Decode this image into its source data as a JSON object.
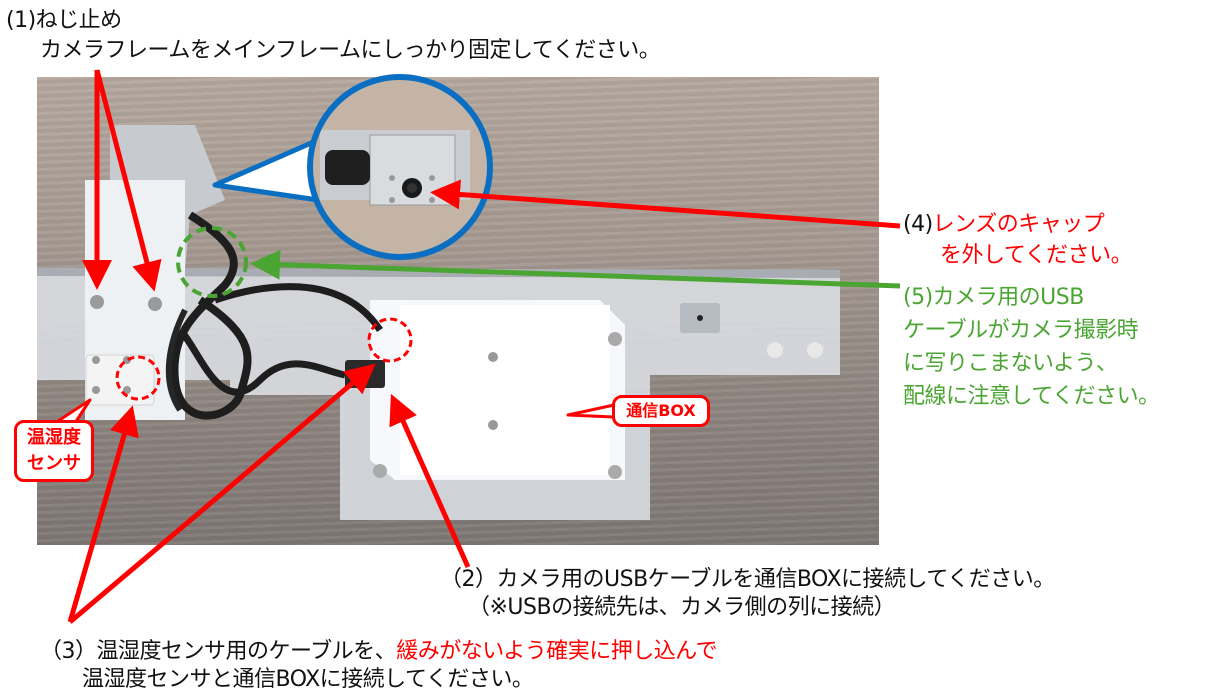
{
  "instructions": {
    "step1": {
      "title": "(1)ねじ止め",
      "body": "カメラフレームをメインフレームにしっかり固定してください。"
    },
    "step2": {
      "line1": "（2）カメラ用のUSBケーブルを通信BOXに接続してください。",
      "line2": "（※USBの接続先は、カメラ側の列に接続）"
    },
    "step3": {
      "prefix": "（3）温湿度センサ用のケーブルを、",
      "emphasis": "緩みがないよう確実に押し込んで",
      "line2": "温湿度センサと通信BOXに接続してください。"
    },
    "step4": {
      "prefix": "(4)",
      "emphasis_line1": "レンズのキャップ",
      "emphasis_line2": "を外してください。"
    },
    "step5": {
      "line1": "(5)カメラ用のUSB",
      "line2": "ケーブルがカメラ撮影時",
      "line3": "に写りこまないよう、",
      "line4": "配線に注意してください。"
    }
  },
  "callouts": {
    "sensor_line1": "温湿度",
    "sensor_line2": "センサ",
    "comm_box": "通信BOX"
  },
  "photo": {
    "subject": "camera-frame-assembly-photo",
    "zoom_inset": "camera-lens-closeup"
  },
  "colors": {
    "arrow_red": "#ff0000",
    "arrow_green": "#4aa532",
    "inset_blue": "#0a6fc2",
    "text_black": "#111111"
  }
}
